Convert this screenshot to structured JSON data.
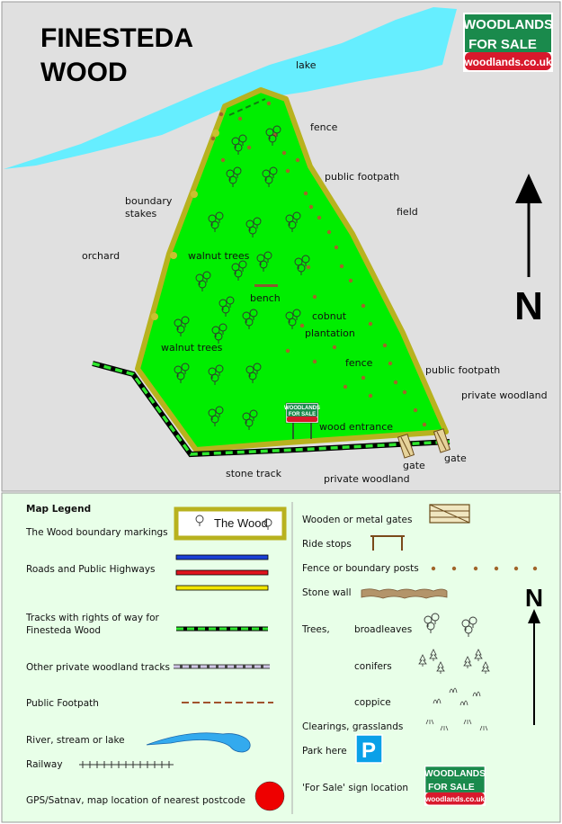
{
  "map": {
    "title_line1": "FINESTEDA",
    "title_line2": "WOOD",
    "labels": {
      "lake": "lake",
      "fence_top": "fence",
      "public_footpath_top": "public footpath",
      "field": "field",
      "boundary_line1": "boundary",
      "boundary_line2": "stakes",
      "orchard": "orchard",
      "walnut_trees_1": "walnut trees",
      "bench": "bench",
      "cobnut": "cobnut",
      "plantation": "plantation",
      "walnut_trees_2": "walnut trees",
      "fence_mid": "fence",
      "public_footpath_right": "public footpath",
      "private_woodland_right": "private woodland",
      "wood_entrance": "wood entrance",
      "stone_track": "stone track",
      "gate_1": "gate",
      "gate_2": "gate",
      "private_woodland_bottom": "private woodland"
    },
    "north_letter": "N"
  },
  "logo": {
    "line1": "WOODLANDS",
    "line2": "FOR SALE",
    "url": "woodlands.co.uk",
    "colors": {
      "green": "#1a8a4c",
      "red": "#d8192c"
    }
  },
  "legend": {
    "heading": "Map Legend",
    "wood_boundary": "The Wood boundary markings",
    "wood_box_text": "The Wood",
    "roads": "Roads and Public Highways",
    "tracks_line1": "Tracks with rights of way for",
    "tracks_line2": "Finesteda Wood",
    "private_tracks": "Other private woodland tracks",
    "public_footpath": "Public Footpath",
    "river": "River, stream or lake",
    "railway": "Railway",
    "gps": "GPS/Satnav, map location of nearest postcode",
    "gates": "Wooden or metal gates",
    "ride_stops": "Ride stops",
    "fence_posts": "Fence or boundary posts",
    "stone_wall": "Stone wall",
    "trees": "Trees,",
    "broadleaves": "broadleaves",
    "conifers": "conifers",
    "coppice": "coppice",
    "clearings": "Clearings, grasslands",
    "park": "Park here",
    "park_letter": "P",
    "for_sale": "'For Sale'  sign location",
    "north_letter": "N"
  },
  "colors": {
    "wood": "#00ee00",
    "boundary": "#b8b21e",
    "lake": "#66eeff",
    "map_bg": "#e0e0e0",
    "legend_bg": "#e8ffe8",
    "road_blue": "#1a3fd6",
    "road_red": "#e0141e",
    "road_yellow": "#f2e600",
    "track_green": "#2ee62e",
    "post_brown": "#a0652a",
    "postcode_red": "#ee0000"
  }
}
